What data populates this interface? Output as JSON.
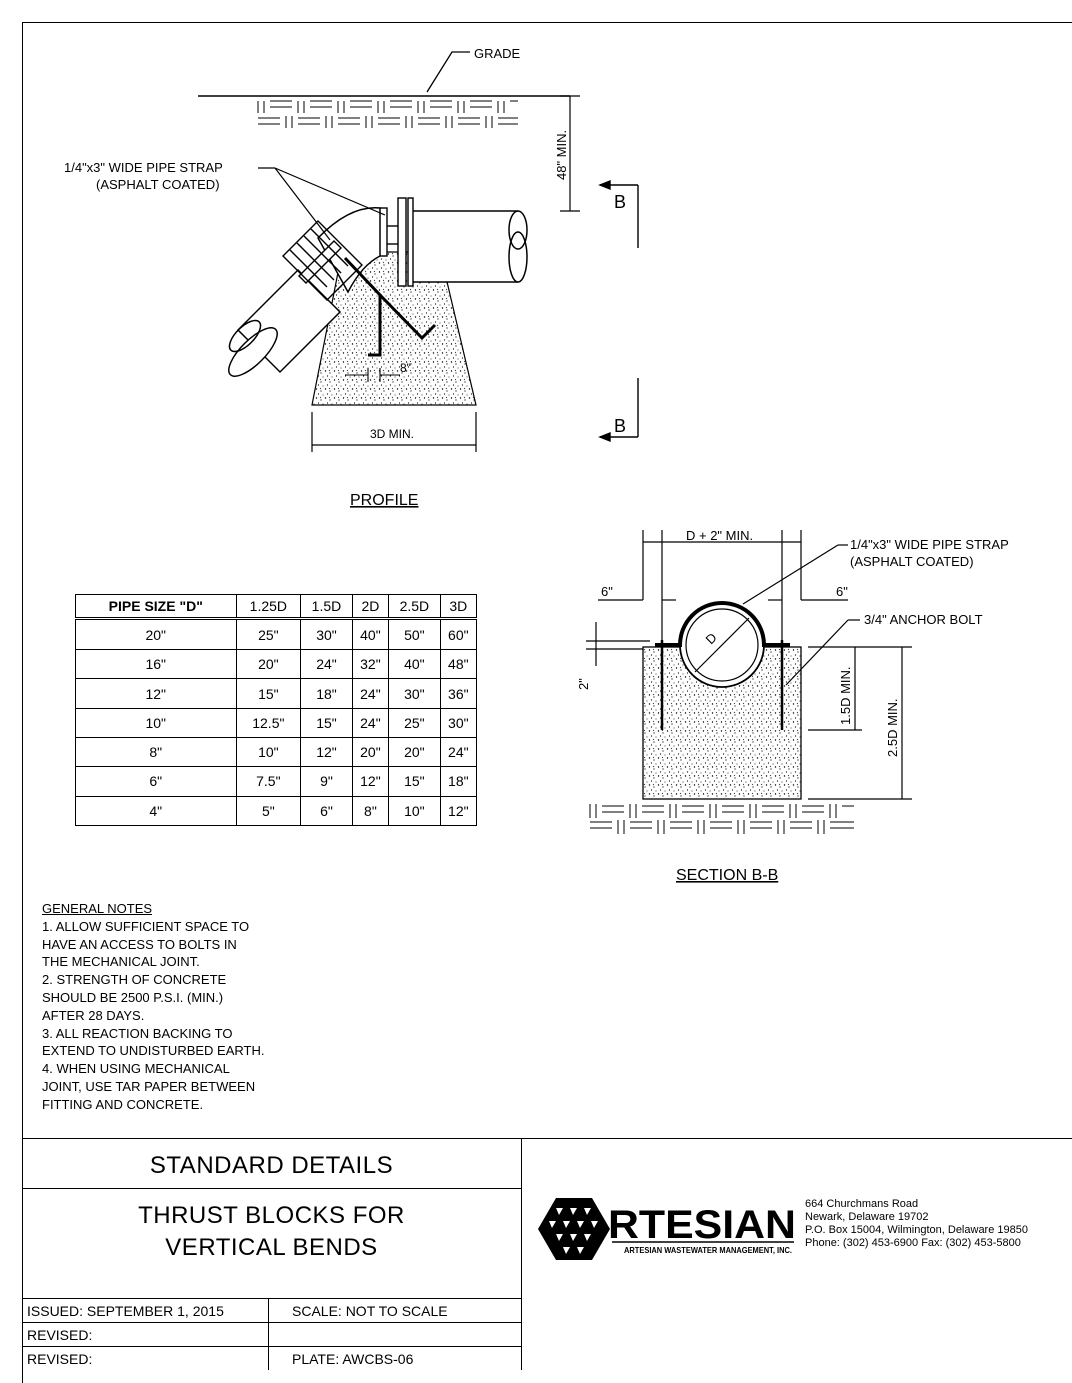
{
  "profile": {
    "grade_label": "GRADE",
    "depth_label": "48\" MIN.",
    "strap_label_line1": "1/4\"x3\" WIDE PIPE STRAP",
    "strap_label_line2": "(ASPHALT COATED)",
    "section_mark": "B",
    "dim_8": "8\"",
    "dim_3d": "3D MIN.",
    "title": "PROFILE"
  },
  "section": {
    "width_label": "D + 2\" MIN.",
    "strap_label_line1": "1/4\"x3\" WIDE PIPE STRAP",
    "strap_label_line2": "(ASPHALT COATED)",
    "left_offset": "6\"",
    "right_offset": "6\"",
    "anchor_label": "3/4\" ANCHOR BOLT",
    "pipe_label": "D",
    "dim_2": "2\"",
    "dim_15d": "1.5D MIN.",
    "dim_25d": "2.5D MIN.",
    "title": "SECTION B-B"
  },
  "table": {
    "headers": [
      "PIPE SIZE \"D\"",
      "1.25D",
      "1.5D",
      "2D",
      "2.5D",
      "3D"
    ],
    "rows": [
      [
        "20\"",
        "25\"",
        "30\"",
        "40\"",
        "50\"",
        "60\""
      ],
      [
        "16\"",
        "20\"",
        "24\"",
        "32\"",
        "40\"",
        "48\""
      ],
      [
        "12\"",
        "15\"",
        "18\"",
        "24\"",
        "30\"",
        "36\""
      ],
      [
        "10\"",
        "12.5\"",
        "15\"",
        "24\"",
        "25\"",
        "30\""
      ],
      [
        "8\"",
        "10\"",
        "12\"",
        "20\"",
        "20\"",
        "24\""
      ],
      [
        "6\"",
        "7.5\"",
        "9\"",
        "12\"",
        "15\"",
        "18\""
      ],
      [
        "4\"",
        "5\"",
        "6\"",
        "8\"",
        "10\"",
        "12\""
      ]
    ]
  },
  "notes": {
    "heading": "GENERAL NOTES",
    "lines": [
      "1. ALLOW SUFFICIENT SPACE TO",
      "HAVE AN ACCESS TO BOLTS IN",
      "THE MECHANICAL JOINT.",
      "2.  STRENGTH OF CONCRETE",
      "SHOULD BE 2500 P.S.I. (MIN.)",
      "AFTER 28 DAYS.",
      "3. ALL REACTION BACKING TO",
      "EXTEND TO UNDISTURBED EARTH.",
      "4. WHEN USING MECHANICAL",
      "JOINT, USE TAR PAPER BETWEEN",
      "FITTING AND CONCRETE."
    ]
  },
  "title_block": {
    "header": "STANDARD DETAILS",
    "title_line1": "THRUST BLOCKS FOR",
    "title_line2": "VERTICAL BENDS",
    "issued": "ISSUED:  SEPTEMBER 1, 2015",
    "scale": "SCALE: NOT TO SCALE",
    "revised1": "REVISED:",
    "revised2": "REVISED:",
    "plate": "PLATE: AWCBS-06"
  },
  "company": {
    "logo_text": "RTESIAN",
    "logo_subtext": "ARTESIAN WASTEWATER MANAGEMENT, INC.",
    "address": [
      "664 Churchmans Road",
      "Newark, Delaware 19702",
      "P.O. Box 15004, Wilmington, Delaware 19850",
      "Phone: (302) 453-6900 Fax: (302) 453-5800"
    ]
  },
  "colors": {
    "ink": "#000000",
    "concrete": "#f2f2f2",
    "paper": "#ffffff"
  }
}
